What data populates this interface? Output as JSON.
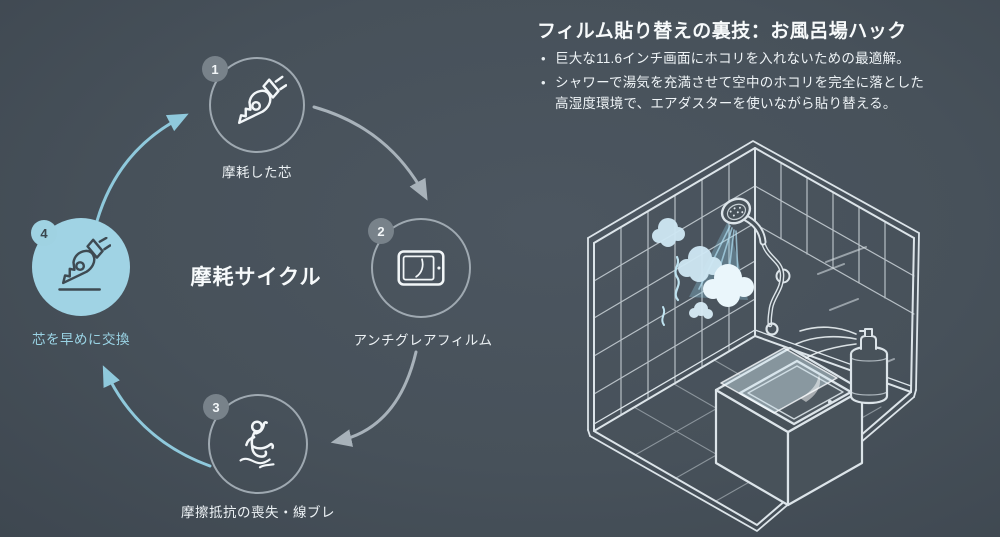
{
  "cycle": {
    "title": "摩耗サイクル",
    "nodes": [
      {
        "number": "1",
        "label": "摩耗した芯",
        "icon": "fountain-pen-nib-icon"
      },
      {
        "number": "2",
        "label": "アンチグレアフィルム",
        "icon": "tablet-film-icon"
      },
      {
        "number": "3",
        "label": "摩擦抵抗の喪失・線ブレ",
        "icon": "slipping-person-icon"
      },
      {
        "number": "4",
        "label": "芯を早めに交換",
        "icon": "replace-nib-icon",
        "highlighted": true
      }
    ]
  },
  "panel": {
    "title": "フィルム貼り替えの裏技：お風呂場ハック",
    "bullet_char": "•",
    "bullets": [
      "巨大な11.6インチ画面にホコリを入れないための最適解。",
      "シャワーで湯気を充満させて空中のホコリを完全に落とした高湿度環境で、エアダスターを使いながら貼り替える。"
    ]
  },
  "illustration": {
    "elements": [
      "tiled-bathroom-corner",
      "shower-head",
      "water-spray",
      "steam-clouds",
      "bench",
      "tablet",
      "protective-film",
      "air-duster-can",
      "glass-shine"
    ]
  },
  "colors": {
    "background": "#47515a",
    "accent_blue": "#8fc9dc",
    "node_highlight_fill": "#a0d3e4",
    "arrow_gray": "#a8b2ba",
    "circle_stroke": "#9fa9b1",
    "badge_bg": "#78828a",
    "text": "#f2f6f8",
    "lineart": "#dce4e9"
  }
}
